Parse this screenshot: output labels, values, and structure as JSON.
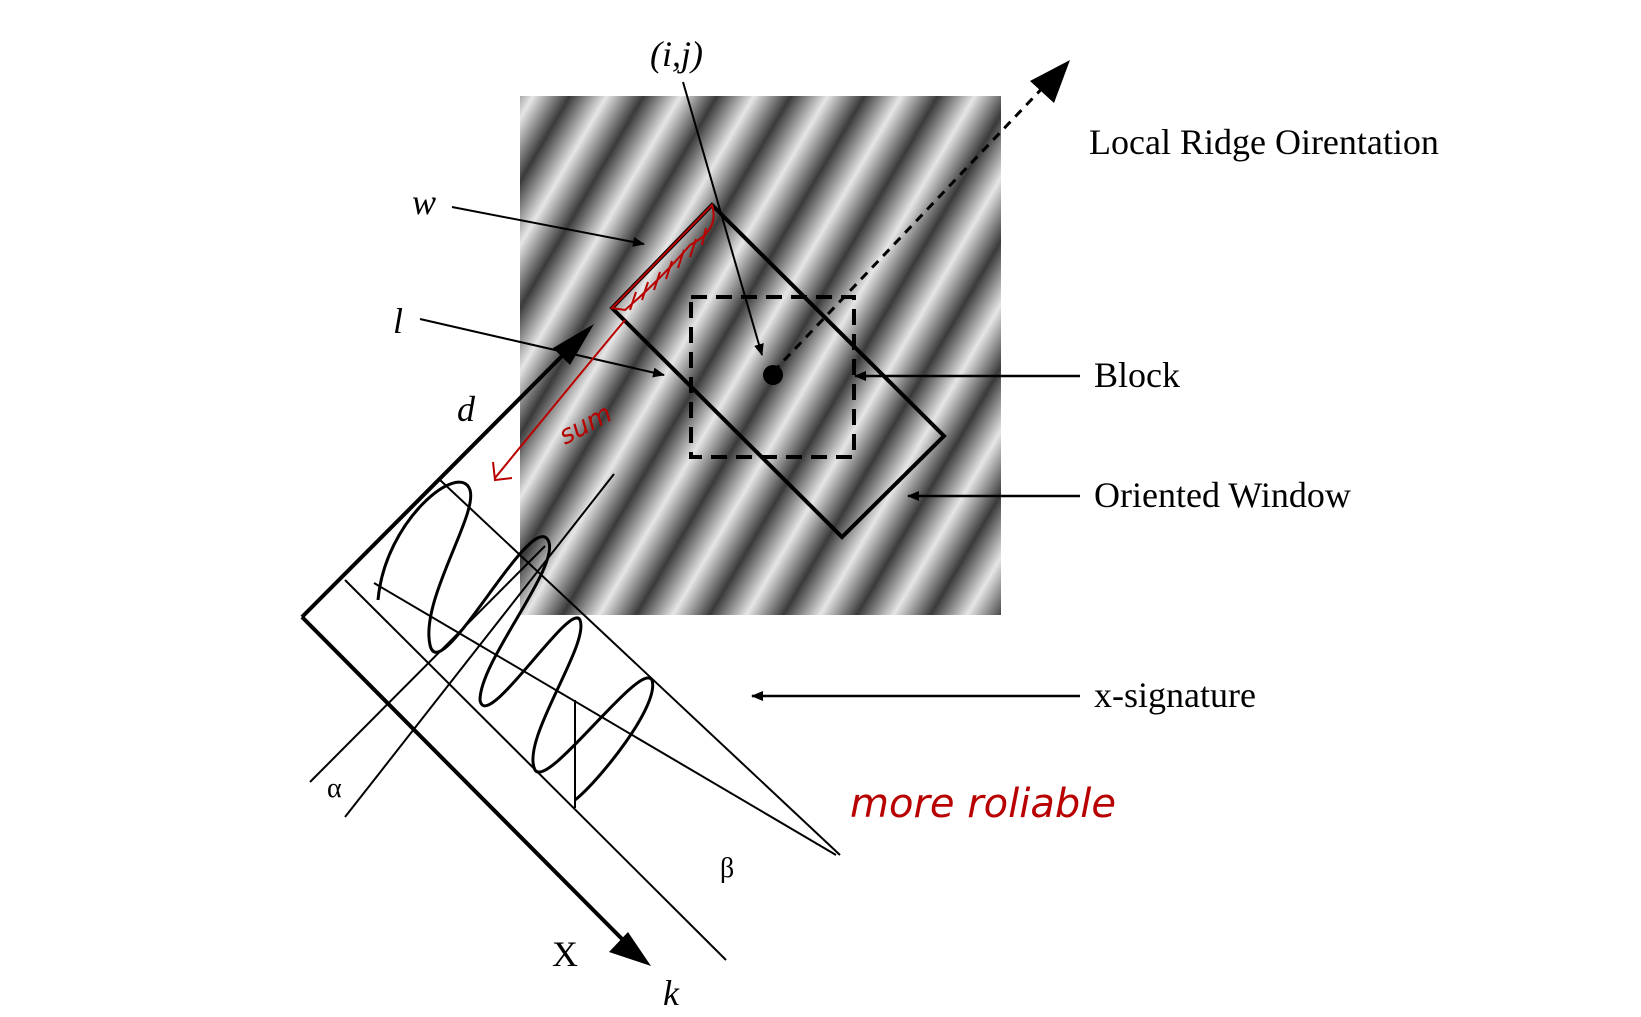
{
  "labels": {
    "point": "(i,j)",
    "w": "w",
    "l": "l",
    "d": "d",
    "alpha": "α",
    "beta": "β",
    "x_axis": "X",
    "k": "k",
    "local_ridge_orientation": "Local Ridge Oirentation",
    "block": "Block",
    "oriented_window": "Oriented Window",
    "x_signature": "x-signature"
  },
  "annotations": {
    "sum": "sum",
    "more_reliable": "more roliable"
  },
  "colors": {
    "ink": "#000000",
    "annotation": "#b80000",
    "ridge_dark": "#3a3a3a",
    "ridge_light": "#e6e6e6"
  }
}
